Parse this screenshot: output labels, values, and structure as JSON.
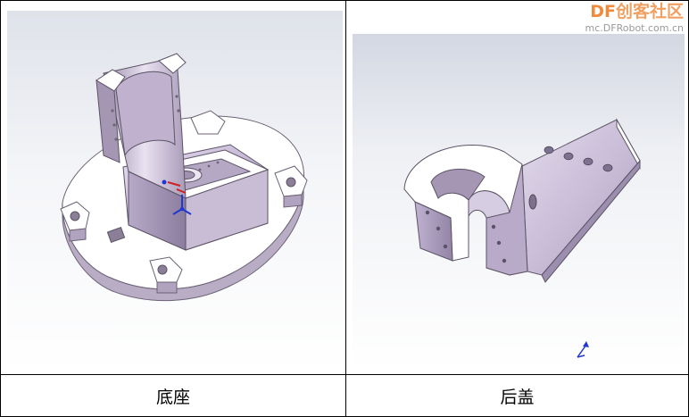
{
  "captions": {
    "left": "底座",
    "right": "后盖"
  },
  "watermark": {
    "brand_df": "DF",
    "brand_rest": "创客社区",
    "url": "mc.DFRobot.com.cn"
  },
  "colors": {
    "part_face_light": "#ffffff",
    "part_face_shade": "#c9bfd3",
    "part_face_dark": "#8d8098",
    "viewport_top": "#d9dde6",
    "viewport_bottom": "#ffffff"
  },
  "icons": {
    "left_origin": "triad-axis-icon",
    "right_origin": "triad-axis-icon"
  }
}
